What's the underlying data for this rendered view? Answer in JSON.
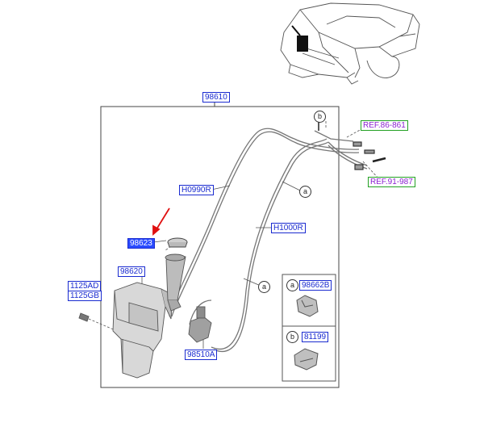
{
  "parts": {
    "assembly": "98610",
    "hose_upper": "H0990R",
    "hose_lower": "H1000R",
    "cap": "98623",
    "reservoir": "98620",
    "bolt_a": "1125AD",
    "bolt_b": "1125GB",
    "pump": "98510A",
    "clip_a": "98662B",
    "clip_b": "81199"
  },
  "refs": {
    "ref_upper": "REF.86-861",
    "ref_lower": "REF.91-987"
  },
  "callouts": {
    "a": "a",
    "b": "b"
  },
  "colors": {
    "part_label": "#1a2bd0",
    "selected_label_bg": "#2a4bff",
    "ref_text": "#8a1fd0",
    "ref_border": "#23a023",
    "highlight_arrow": "#e01010"
  },
  "selected_part": "98623"
}
